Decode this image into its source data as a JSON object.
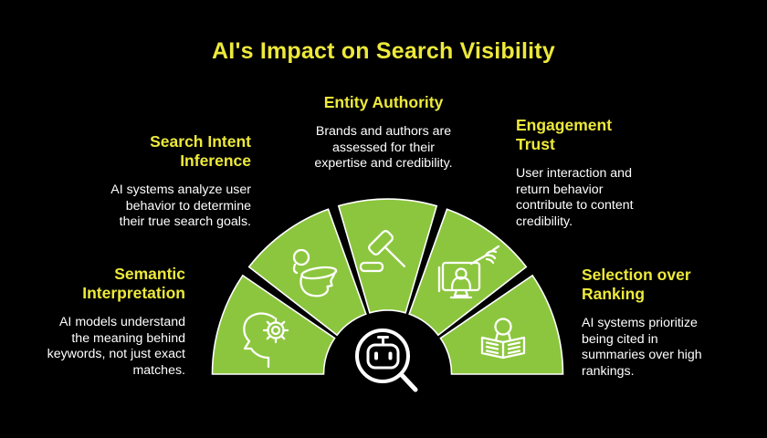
{
  "title": "AI's Impact on Search Visibility",
  "colors": {
    "background": "#000000",
    "heading_yellow": "#EDE93B",
    "segment_green": "#8CC63E",
    "text_white": "#FFFFFF"
  },
  "center_icon": "robot-search-magnifier-icon",
  "sections": [
    {
      "id": "search-intent-inference",
      "heading": "Search Intent\nInference",
      "body": "AI systems analyze user\nbehavior to determine\ntheir true search goals.",
      "icon": "person-peering-into-head-icon"
    },
    {
      "id": "entity-authority",
      "heading": "Entity Authority",
      "body": "Brands and authors are\nassessed for their\nexpertise and credibility.",
      "icon": "gavel-icon"
    },
    {
      "id": "engagement-trust",
      "heading": "Engagement\nTrust",
      "body": "User interaction and\nreturn behavior\ncontribute to content\ncredibility.",
      "icon": "monitor-person-hand-icon"
    },
    {
      "id": "semantic-interpretation",
      "heading": "Semantic\nInterpretation",
      "body": "AI models understand\nthe meaning behind\nkeywords, not just exact\nmatches.",
      "icon": "head-gear-icon"
    },
    {
      "id": "selection-over-ranking",
      "heading": "Selection over\nRanking",
      "body": "AI systems prioritize\nbeing cited in\nsummaries over high\nrankings.",
      "icon": "open-newspaper-reader-icon"
    }
  ]
}
